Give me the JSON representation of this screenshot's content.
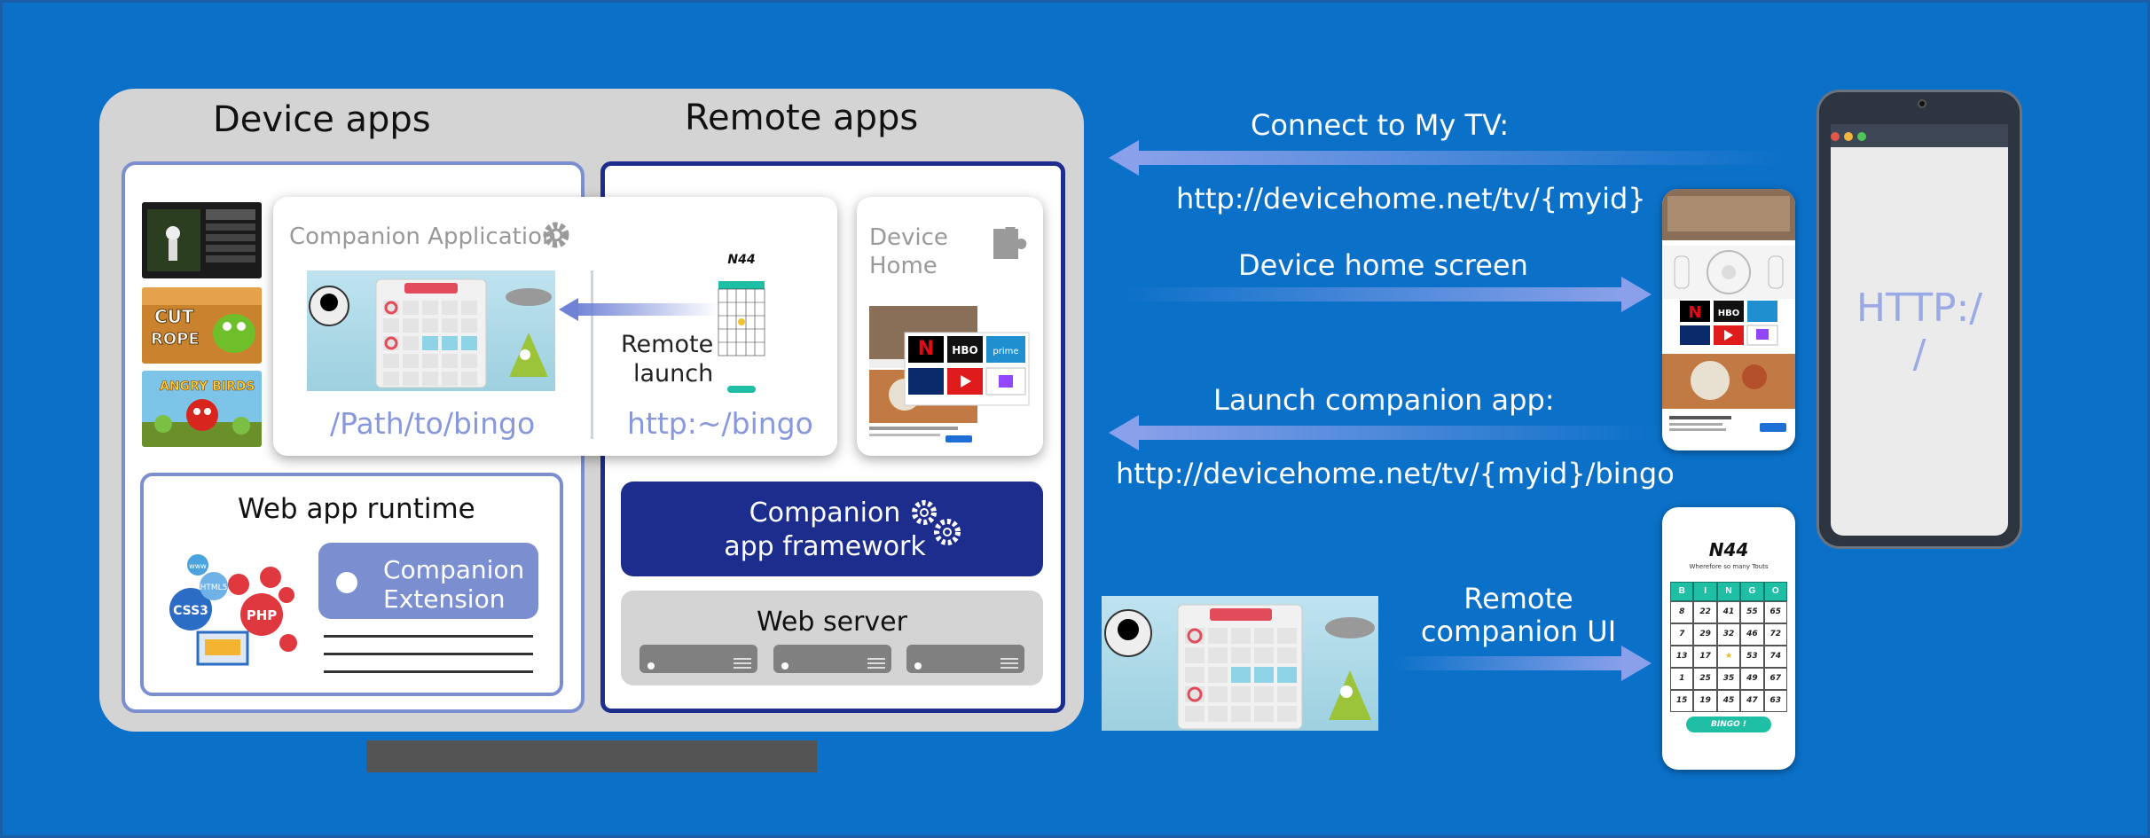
{
  "tv": {
    "device_apps_title": "Device apps",
    "remote_apps_title": "Remote apps",
    "companion_app_title": "Companion Application",
    "device_home_title": "Device\nHome",
    "remote_launch": "Remote\nlaunch",
    "path_local": "/Path/to/bingo",
    "path_remote": "http:~/bingo",
    "runtime_title": "Web app runtime",
    "companion_extension": "Companion\nExtension",
    "framework_label": "Companion\napp framework",
    "web_server": "Web server",
    "runtime_logos": [
      "CSS3",
      "HTML5",
      "PHP",
      "www"
    ]
  },
  "arrows": {
    "connect_label": "Connect to My TV:",
    "connect_url": "http://devicehome.net/tv/{myid}",
    "home_label": "Device home screen",
    "launch_label": "Launch companion app:",
    "launch_url": "http://devicehome.net/tv/{myid}/bingo",
    "remote_ui_label": "Remote\ncompanion UI"
  },
  "mobile": {
    "browser_text": "HTTP:/\n/"
  },
  "bingo": {
    "title": "N44",
    "subtitle": "Wherefore so many Touts",
    "button": "BINGO !",
    "letters": [
      "B",
      "I",
      "N",
      "G",
      "O"
    ],
    "grid": [
      [
        "8",
        "22",
        "41",
        "55",
        "65"
      ],
      [
        "7",
        "29",
        "32",
        "46",
        "72"
      ],
      [
        "13",
        "17",
        "★",
        "53",
        "74"
      ],
      [
        "1",
        "25",
        "35",
        "49",
        "67"
      ],
      [
        "15",
        "19",
        "45",
        "47",
        "63"
      ]
    ]
  },
  "colors": {
    "background": "#0a70c8",
    "framework": "#1d2d8e",
    "extension": "#7b8fd0",
    "path_text": "#8898dc"
  }
}
